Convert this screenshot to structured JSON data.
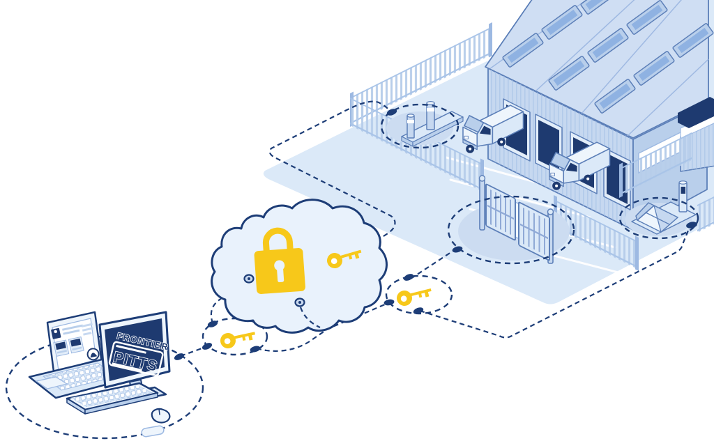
{
  "logo": {
    "line1": "FRONTIER",
    "line2": "PITTS"
  },
  "colors": {
    "navy": "#1d3d77",
    "dark_navy": "#1e3a70",
    "pale_blue": "#dbe9f8",
    "cloud_blue": "#e9f2fc",
    "lighter_blue": "#eef5fc",
    "mid_blue": "#b9cfeb",
    "steel_blue": "#9db9e2",
    "shadow_blue": "#ccdcf1",
    "yellow": "#f7c81a",
    "line_blue": "#5c7fb8",
    "wall_blue": "#c6d8f0",
    "roof_blue": "#cfdef3"
  },
  "scene": {
    "components": [
      {
        "name": "management-workstation",
        "items": [
          "laptop",
          "desktop-monitor",
          "keyboard",
          "mouse",
          "mouse-pad"
        ]
      },
      {
        "name": "secure-cloud",
        "icon": "padlock-icon"
      },
      {
        "name": "encryption-key",
        "count": 3,
        "icon": "key-icon"
      },
      {
        "name": "rising-bollard-barrier"
      },
      {
        "name": "double-swing-gates"
      },
      {
        "name": "road-blocker"
      },
      {
        "name": "warehouse-building"
      },
      {
        "name": "delivery-truck",
        "count": 2
      },
      {
        "name": "perimeter-fence"
      },
      {
        "name": "guard-kiosk"
      }
    ],
    "connection_style": "dashed-lines-with-oval-nodes"
  }
}
